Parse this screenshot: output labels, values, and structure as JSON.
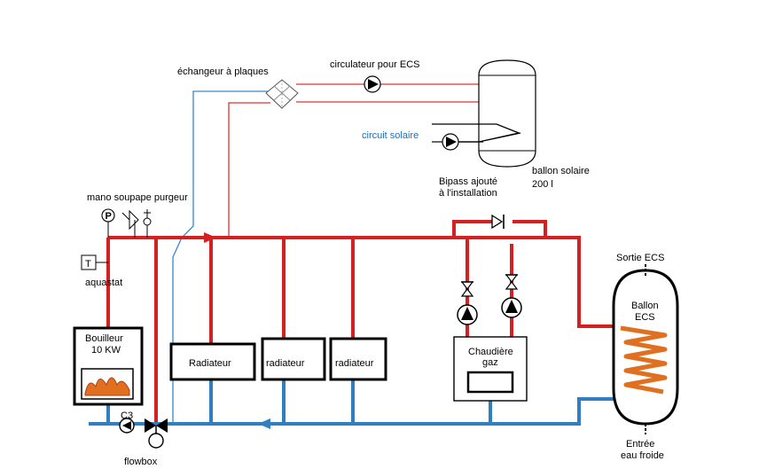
{
  "labels": {
    "echangeur": "échangeur à plaques",
    "circulateur_ecs": "circulateur pour ECS",
    "circuit_solaire": "circuit solaire",
    "ballon_solaire_1": "ballon solaire",
    "ballon_solaire_2": "200 l",
    "bipass_1": "Bipass ajouté",
    "bipass_2": "à l'installation",
    "mano": "mano soupape purgeur",
    "aquastat": "aquastat",
    "aquastat_symbol": "T",
    "pressure_symbol": "P",
    "bouilleur_1": "Bouilleur",
    "bouilleur_2": "10 KW",
    "c3": "C3",
    "flowbox": "flowbox",
    "radiateur_1": "Radiateur",
    "radiateur_2": "radiateur",
    "radiateur_3": "radiateur",
    "chaudiere_1": "Chaudière",
    "chaudiere_2": "gaz",
    "sortie_ecs": "Sortie ECS",
    "ballon_ecs_1": "Ballon",
    "ballon_ecs_2": "ECS",
    "entree_1": "Entrée",
    "entree_2": "eau froide"
  },
  "colors": {
    "hot": "#d42020",
    "cold": "#2f7fc1",
    "thin_red": "#e03030",
    "thin_blue": "#3a86d0",
    "flame": "#e07020",
    "coil": "#e07020"
  }
}
